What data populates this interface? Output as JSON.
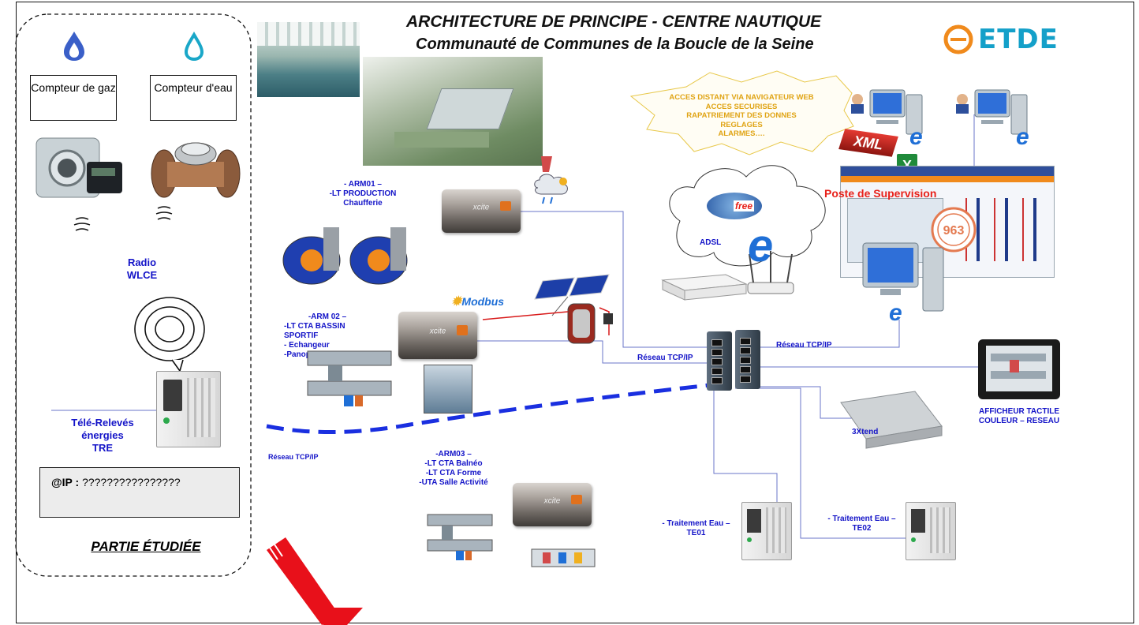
{
  "header": {
    "title": "ARCHITECTURE DE PRINCIPE - CENTRE NAUTIQUE",
    "subtitle": "Communauté de Communes de la Boucle de la Seine",
    "company_logo": "ETDE"
  },
  "studied_part": {
    "gas_meter_label": "Compteur de gaz",
    "water_meter_label": "Compteur d'eau",
    "radio_line1": "Radio",
    "radio_line2": "WLCE",
    "tre_line1": "Télé-Relevés",
    "tre_line2": "énergies",
    "tre_line3": "TRE",
    "ip_label": "@IP :",
    "ip_value": "????????????????",
    "footer": "PARTIE ÉTUDIÉE"
  },
  "cloud_text": [
    "ACCES DISTANT VIA NAVIGATEUR WEB",
    "ACCES SECURISES",
    "RAPATRIEMENT DES DONNES",
    "REGLAGES",
    "ALARMES…."
  ],
  "xml_label": "XML",
  "supervision_label": "Poste de Supervision",
  "supervision_badge": "963",
  "adsl_label": "ADSL",
  "adsl_brand": "free",
  "modbus_label": "Modbus",
  "controller_text": "xcite",
  "arm01": [
    "- ARM01 –",
    "-LT PRODUCTION",
    "Chaufferie"
  ],
  "arm02": [
    "-ARM 02 –",
    "-LT  CTA  BASSIN SPORTIF",
    "- Echangeur",
    "-Panoplie Solaire"
  ],
  "arm03": [
    "-ARM03 –",
    "-LT CTA Balnéo",
    "-LT CTA Forme",
    "-UTA Salle Activité"
  ],
  "network_labels": {
    "tcp_middle": "Réseau TCP/IP",
    "tcp_right": "Réseau TCP/IP",
    "tcp_left": "Réseau TCP/IP"
  },
  "touch_display": [
    "AFFICHEUR TACTILE",
    "COULEUR – RESEAU"
  ],
  "xtend_label": "3Xtend",
  "te01": [
    "- Traitement Eau –",
    "TE01"
  ],
  "te02": [
    "- Traitement Eau –",
    "TE02"
  ],
  "colors": {
    "label_blue": "#1414c8",
    "link_blue": "#6a74c8",
    "dashed_blue": "#1a2fe0",
    "arrow_red": "#e8101a",
    "gas_icon": "#3a5fc8",
    "water_icon": "#1aa7c8"
  }
}
